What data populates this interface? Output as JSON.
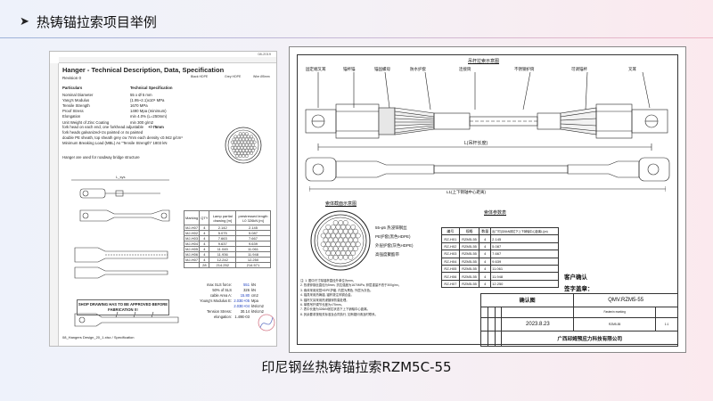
{
  "slide": {
    "title": "热铸锚拉索项目举例",
    "caption": "印尼钢丝热铸锚拉索RZM5C-55"
  },
  "left_sheet": {
    "doc_no": "08-2019",
    "title": "Hanger - Technical Description, Data, Specification",
    "revision": "Revision 0",
    "particulars_header": "Particulars",
    "spec_header": "Technical Specification",
    "specs": [
      {
        "k": "Nominal Diameter",
        "v": "55 x Ø 5 mm"
      },
      {
        "k": "Yang's Modulus",
        "v": "(1.95~2.1)x10⁵ MPa"
      },
      {
        "k": "Tensile Strength",
        "v": "1670 MPa"
      },
      {
        "k": "Proof Stress",
        "v": "1490 Mpa (minimum)"
      },
      {
        "k": "Elongation",
        "v": "min 4.0% (L=250mm)"
      },
      {
        "k": "Unit Weight of Zinc Coating",
        "v": "min 300 g/m2"
      }
    ],
    "fork_head_line": "fork head on each end, one forkhead adjustable",
    "fork_adjust": "+/-75mm",
    "galvanized_line": "fork heads galvanized+2x painted or 4x painted",
    "sheath_line": "double PE sheath, top sheath grey cw 7mm each density ≤0.942 g/cm³",
    "mbl_line": "Minimum Breaking Load (MBL)   As \"Tensile Strength\"      1803 kN",
    "usage_line": "Hanger are used for roadway bridge structure",
    "cross_labels": [
      "Black HDPE",
      "Grey HDPE",
      "Wire Ø5mm"
    ],
    "marking_table": {
      "headers": [
        "Marking",
        "QTY",
        "Lamp partial drawing [m]",
        "prestressed length L0 326kN [m]"
      ],
      "rows": [
        [
          "MJ-H07",
          "4",
          "2.142",
          "2.145"
        ],
        [
          "MJ-H02",
          "4",
          "5.075",
          "5.087"
        ],
        [
          "MJ-H03",
          "4",
          "7.663",
          "7.667"
        ],
        [
          "MJ-H04",
          "4",
          "9.637",
          "9.639"
        ],
        [
          "MJ-H05",
          "4",
          "11.045",
          "11.061"
        ],
        [
          "MJ-H06",
          "4",
          "11.936",
          "11.948"
        ],
        [
          "MJ-H07",
          "4",
          "12.242",
          "12.250"
        ]
      ],
      "total": [
        "",
        "28",
        "214.252",
        "214.571"
      ]
    },
    "sls": [
      {
        "k": "max SLS force:",
        "v": "551",
        "u": "kN"
      },
      {
        "k": "50% of SLS",
        "v": "326",
        "u": "kN"
      },
      {
        "k": "cable Area A:",
        "v": "15.80",
        "u": "cm2"
      },
      {
        "k": "Young's Modulus E:",
        "v": "2.03E+05",
        "u": "Mpa"
      },
      {
        "k": "",
        "v": "2.03E+04",
        "u": "kN/cm2"
      },
      {
        "k": "Tension Stress:",
        "v": "30.14",
        "u": "kN/cm2"
      },
      {
        "k": "elongation:",
        "v": "1.49E-03",
        "u": ""
      }
    ],
    "shop_drawing_note": "SHOP DRAWING HAS TO BE APPROVED BEFORE FABRICATION !!!",
    "footer_note": "08_Hangers Design_20_1.xlsx / Specification",
    "rod_label": "L_sys"
  },
  "right_sheet": {
    "main_title": "吊杆拉索示意图",
    "top_labels": [
      "固定端叉耳",
      "锚杯锚",
      "锚固螺母",
      "防水护套",
      "连接筒",
      "不锈钢护筒",
      "可调锚杯",
      "叉耳"
    ],
    "upper_length_label": "L(吊杆长度)",
    "lower_length_label": "L1(上下销轴中心距离)",
    "cross_section_title": "索体截面示意图",
    "cross_section_labels": [
      "55-φ5 热浸锌钢丝",
      "PE护套(黑色HDPE)",
      "外层护套(灰色HDPE)",
      "高强度聚酯带"
    ],
    "param_title": "索体参数表",
    "param_headers": [
      "编号",
      "规格",
      "数量",
      "出厂时(326kN张拉下上下销轴中心距离L)(m)"
    ],
    "param_rows": [
      [
        "RZ-H01",
        "RZM5-55",
        "4",
        "2.145"
      ],
      [
        "RZ-H02",
        "RZM5-55",
        "4",
        "5.087"
      ],
      [
        "RZ-H03",
        "RZM5-55",
        "4",
        "7.667"
      ],
      [
        "RZ-H04",
        "RZM5-55",
        "4",
        "9.639"
      ],
      [
        "RZ-H05",
        "RZM5-55",
        "4",
        "11.061"
      ],
      [
        "RZ-H06",
        "RZM5-55",
        "4",
        "11.948"
      ],
      [
        "RZ-H07",
        "RZM5-55",
        "4",
        "12.250"
      ]
    ],
    "customer_confirm": "客户确认",
    "customer_sign": "签字盖章：",
    "notes": [
      "注: 1. 图中尺寸除锚杯直径外单位为mm。",
      "2. 热浸锌钢丝直径为5mm, 抗拉强度为1670MPa, 锌层重量不低于300g/m²。",
      "3. 索体采用双层HDPE护套, 内层为黑色, 外层为灰色。",
      "4. 锚具采用热铸锚, 锚杯灌注锌铜合金。",
      "5. 锚杯叉耳采用热浸镀锌防腐处理。",
      "6. 单根吊杆调节长度为±75mm。",
      "7. 表中长度为326kN张拉状态下上下销轴中心距离。",
      "8. 其余要求按相关标准及合同执行, 如有疑问请及时联系。"
    ],
    "confirm_title": "确认图",
    "drawing_code": "QMV.RZM5-55",
    "date": "2023.8.23",
    "company": "广西邱姆预应力科技有限公司",
    "tb_labels": [
      "Fastenin marking",
      "RZM5-55",
      "1:1"
    ]
  }
}
